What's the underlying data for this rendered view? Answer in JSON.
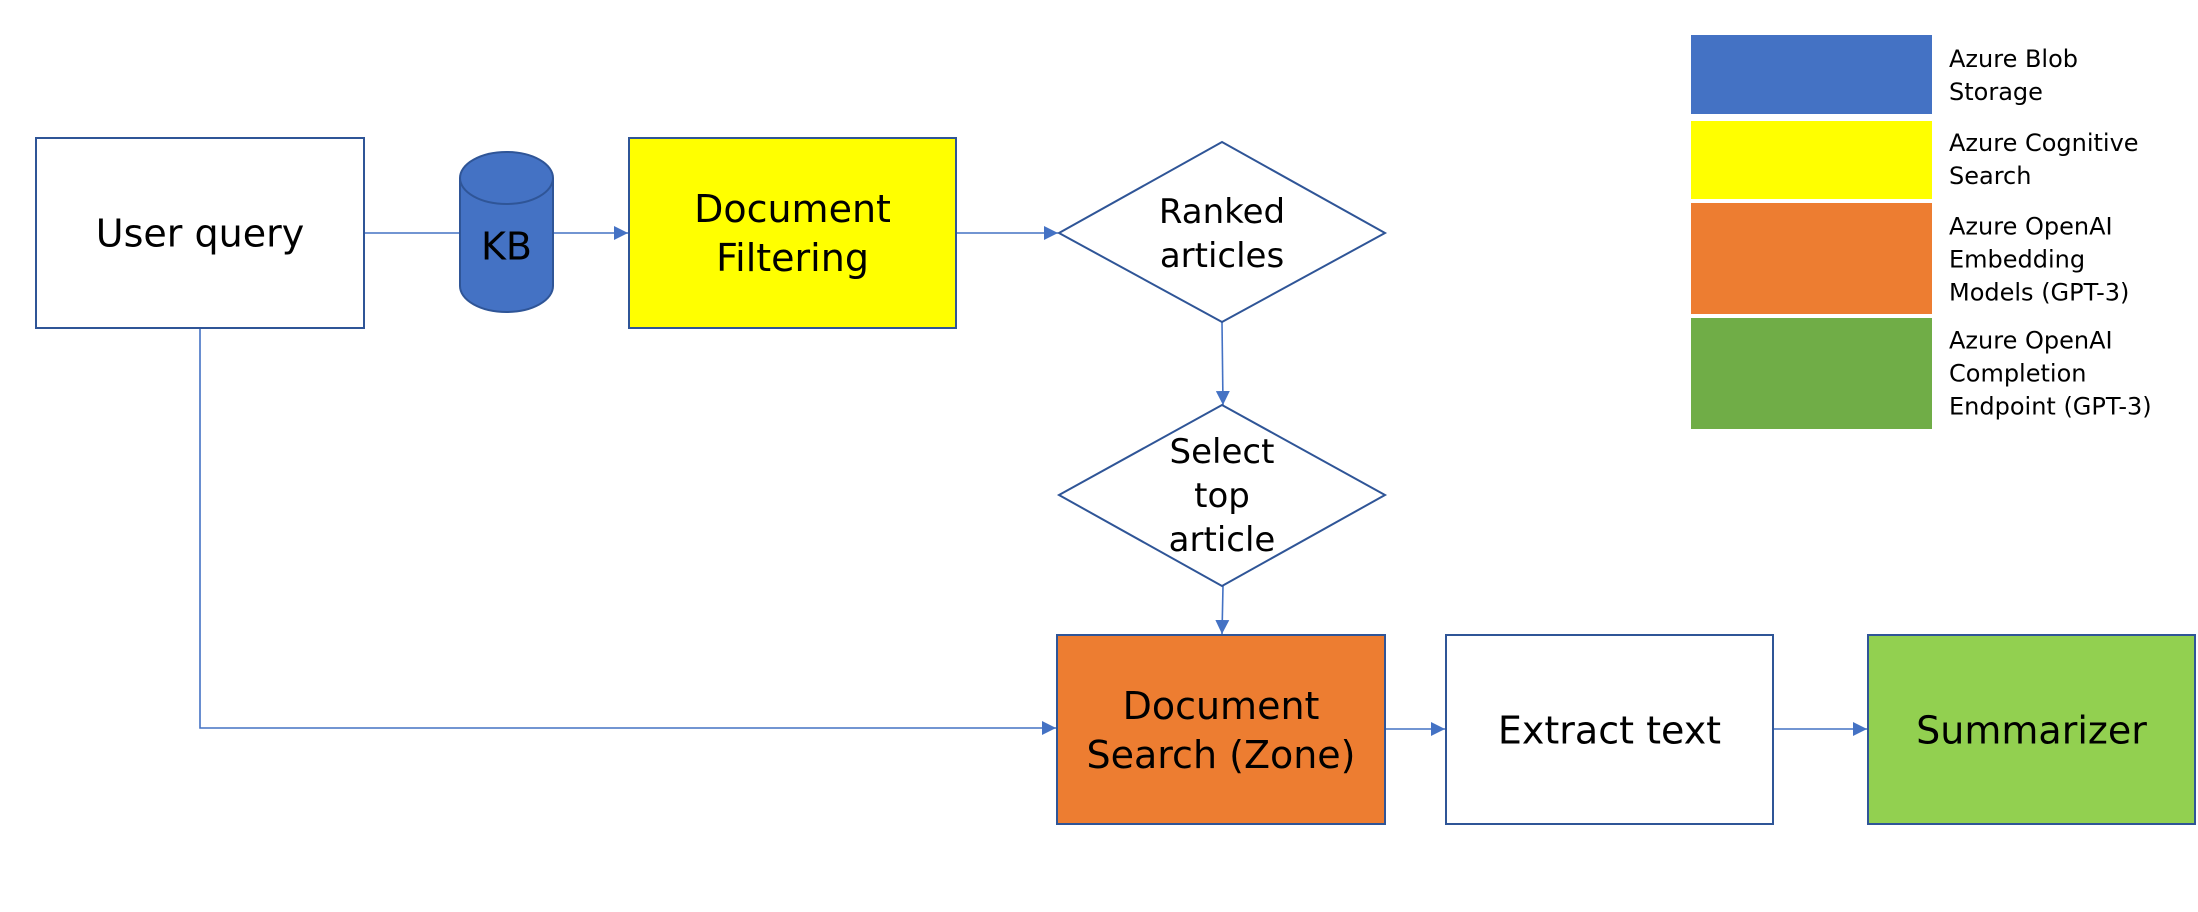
{
  "colors": {
    "border": "#2F5597",
    "connector": "#4472C4",
    "blob_blue": "#4472C4",
    "search_yellow": "#FFFF00",
    "embedding_orange": "#ED7D31",
    "completion_green": "#70AD47",
    "summarizer_green": "#92D050",
    "white": "#FFFFFF"
  },
  "nodes": {
    "user_query": {
      "lines": [
        "User query"
      ]
    },
    "kb": {
      "lines": [
        "KB"
      ]
    },
    "document_filtering": {
      "lines": [
        "Document",
        "Filtering"
      ]
    },
    "ranked_articles": {
      "lines": [
        "Ranked",
        "articles"
      ]
    },
    "select_top_article": {
      "lines": [
        "Select",
        "top",
        "article"
      ]
    },
    "document_search": {
      "lines": [
        "Document",
        "Search (Zone)"
      ]
    },
    "extract_text": {
      "lines": [
        "Extract text"
      ]
    },
    "summarizer": {
      "lines": [
        "Summarizer"
      ]
    }
  },
  "legend": [
    {
      "color": "#4472C4",
      "lines": [
        "Azure Blob",
        "Storage"
      ]
    },
    {
      "color": "#FFFF00",
      "lines": [
        "Azure Cognitive",
        "Search"
      ]
    },
    {
      "color": "#ED7D31",
      "lines": [
        "Azure OpenAI",
        "Embedding",
        "Models (GPT-3)"
      ]
    },
    {
      "color": "#70AD47",
      "lines": [
        "Azure OpenAI",
        "Completion",
        "Endpoint (GPT-3)"
      ]
    }
  ]
}
